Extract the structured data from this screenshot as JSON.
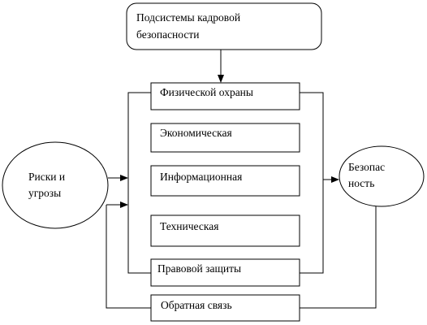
{
  "header": {
    "line1": "Подсистемы  кадровой",
    "line2": "безопасности"
  },
  "subsystems": [
    "Физической охраны",
    "Экономическая",
    "Информационная",
    "Техническая",
    "Правовой защиты"
  ],
  "feedback": "Обратная связь",
  "left_node": {
    "line1": "Риски и",
    "line2": "угрозы"
  },
  "right_node": {
    "line1": "Безопас",
    "line2": "ность"
  }
}
